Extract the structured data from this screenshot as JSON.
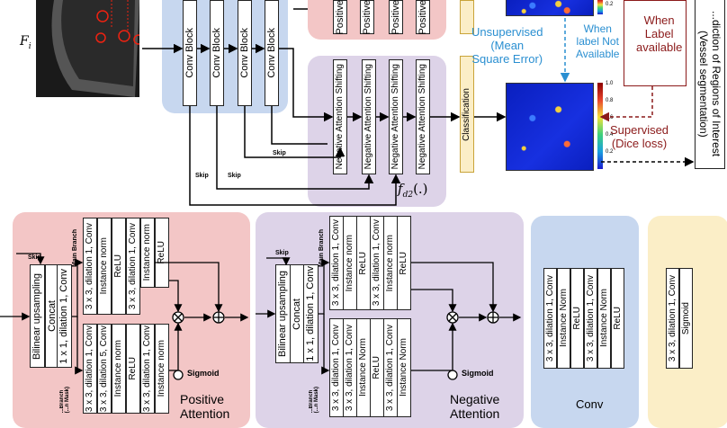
{
  "input_label": "F",
  "input_label_sub": "i",
  "conv_block_label": "Conv Block",
  "positive_label": "Positive",
  "nas_label": "Negative Attention Shifting",
  "classification_label": "Classification",
  "skip_label": "Skip",
  "fd2_label": "f",
  "fd2_sub": "d2",
  "fd2_suffix": "(.)",
  "unsupervised_text": "Unsupervised\n(Mean\nSquare Error)",
  "when_not_available_text": "When\nlabel Not\nAvailable",
  "when_available_text": "When\nLabel\navailable",
  "supervised_text": "Supervised\n(Dice loss)",
  "output_text": "...diction of Regions of Interest\n(Vessel segmentation)",
  "colorbar_ticks": [
    "1.0",
    "0.8",
    "0.6",
    "0.4",
    "0.2",
    "0.2"
  ],
  "bottom": {
    "pos_panel": {
      "skip": "Skip",
      "main_branch": "Main Branch",
      "attn_branch": "...Branch\n(...n Mask)",
      "left_blocks": [
        "Bilinear upsampling",
        "Concat",
        "1 x 1, dilation 1, Conv"
      ],
      "main_blocks": [
        "3 x 3, dilation 1, Conv",
        "Instance norm",
        "ReLU",
        "3 x 3, dilation 1, Conv",
        "Instance norm",
        "ReLU"
      ],
      "mask_blocks": [
        "3 x 3, dilation 1, Conv",
        "3 x 3, dilation 5, Conv",
        "Instance norm",
        "ReLU",
        "3 x 3, dilation 1, Conv",
        "Instance norm"
      ],
      "sigmoid": "Sigmoid",
      "title": "Positive",
      "title2": "Attention"
    },
    "neg_panel": {
      "skip": "Skip",
      "main_branch": "Main Branch",
      "attn_branch": "...Branch\n(...n Mask)",
      "left_blocks": [
        "Bilinear upsampling",
        "Concat",
        "1 x 1, dilation 1, Conv"
      ],
      "main_blocks": [
        "3 x 3, dilation 1, Conv",
        "Instance norm",
        "ReLU",
        "3 x 3, dilation 1, Conv",
        "Instance norm",
        "ReLU"
      ],
      "mask_blocks": [
        "3 x 3, dilation 1, Conv",
        "3 x 3, dilation 1, Conv",
        "Instance Norm",
        "ReLU",
        "3 x 3, dilation 1, Conv",
        "Instance Norm"
      ],
      "sigmoid": "Sigmoid",
      "title": "Negative",
      "title2": "Attention"
    },
    "conv_panel": {
      "blocks": [
        "3 x 3, dilation 1, Conv",
        "Instance Norm",
        "ReLU",
        "3 x 3, dilation 1, Conv",
        "Instance Norm",
        "ReLU"
      ],
      "title": "Conv"
    },
    "cls_panel": {
      "blocks": [
        "3 x 3, dilation 1, Conv",
        "Sigmoid"
      ]
    }
  },
  "colors": {
    "conv_panel": "#c7d7ef",
    "pos_panel": "#f3c6c6",
    "neg_panel": "#ddd3e8",
    "cls_panel": "#fbeec7",
    "unsupervised": "#2a8fd1",
    "supervised": "#8b1a1a"
  }
}
